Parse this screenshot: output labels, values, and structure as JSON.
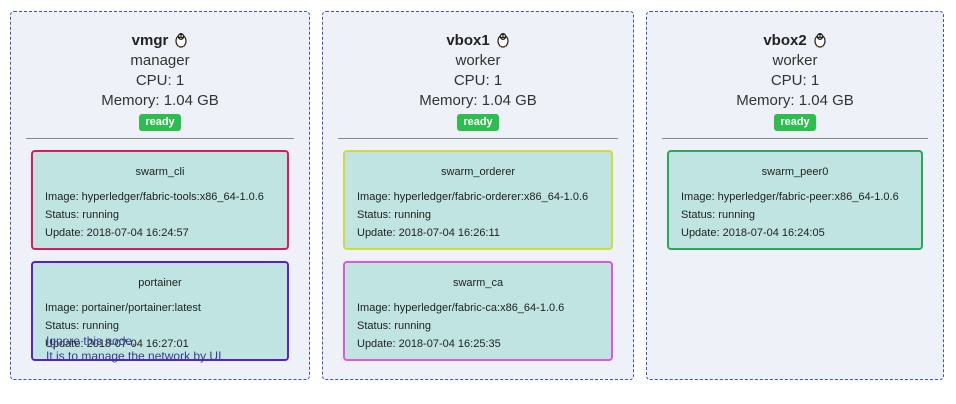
{
  "nodes": [
    {
      "hostname": "vmgr",
      "os_icon": "linux-penguin-icon",
      "role": "manager",
      "cpu": "CPU: 1",
      "memory": "Memory: 1.04 GB",
      "status": "ready",
      "services": [
        {
          "name": "swarm_cli",
          "image": "Image: hyperledger/fabric-tools:x86_64-1.0.6",
          "status": "Status: running",
          "update": "Update: 2018-07-04 16:24:57",
          "border_color": "#d81b60"
        },
        {
          "name": "portainer",
          "image": "Image: portainer/portainer:latest",
          "status": "Status: running",
          "update": "Update: 2018-07-04 16:27:01",
          "border_color": "#5c1fcf"
        }
      ],
      "note": [
        "Ignore this node,",
        "It is to manage the network by UI"
      ]
    },
    {
      "hostname": "vbox1",
      "os_icon": "linux-penguin-icon",
      "role": "worker",
      "cpu": "CPU: 1",
      "memory": "Memory: 1.04 GB",
      "status": "ready",
      "services": [
        {
          "name": "swarm_orderer",
          "image": "Image: hyperledger/fabric-orderer:x86_64-1.0.6",
          "status": "Status: running",
          "update": "Update: 2018-07-04 16:26:11",
          "border_color": "#cddc39"
        },
        {
          "name": "swarm_ca",
          "image": "Image: hyperledger/fabric-ca:x86_64-1.0.6",
          "status": "Status: running",
          "update": "Update: 2018-07-04 16:25:35",
          "border_color": "#e058d6"
        }
      ]
    },
    {
      "hostname": "vbox2",
      "os_icon": "linux-penguin-icon",
      "role": "worker",
      "cpu": "CPU: 1",
      "memory": "Memory: 1.04 GB",
      "status": "ready",
      "services": [
        {
          "name": "swarm_peer0",
          "image": "Image: hyperledger/fabric-peer:x86_64-1.0.6",
          "status": "Status: running",
          "update": "Update: 2018-07-04 16:24:05",
          "border_color": "#27a85a"
        }
      ]
    }
  ],
  "colors": {
    "node_border": "#3f51b5",
    "node_bg": "#eef1f8",
    "service_bg": "#bfe4e1",
    "ready_badge": "#2ebd4f",
    "note_text": "#3b3b8f"
  }
}
